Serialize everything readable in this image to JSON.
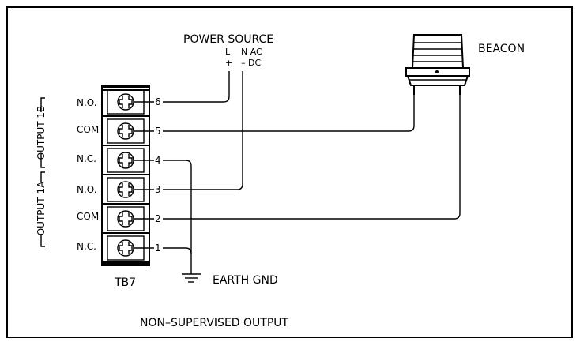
{
  "power_source": {
    "title": "POWER SOURCE",
    "ac_line1": "L",
    "ac_line2": "N  AC",
    "dc_line1": "+",
    "dc_line2": "–  DC"
  },
  "beacon": {
    "label": "BEACON"
  },
  "terminal_block": {
    "label": "TB7",
    "terminals": [
      {
        "number": "6",
        "contact": "N.O."
      },
      {
        "number": "5",
        "contact": "COM"
      },
      {
        "number": "4",
        "contact": "N.C."
      },
      {
        "number": "3",
        "contact": "N.O."
      },
      {
        "number": "2",
        "contact": "COM"
      },
      {
        "number": "1",
        "contact": "N.C."
      }
    ]
  },
  "outputs": {
    "output_1b": "OUTPUT 1B",
    "output_1a": "OUTPUT 1A"
  },
  "earth_ground": {
    "label": "EARTH GND"
  },
  "caption": "NON–SUPERVISED OUTPUT"
}
